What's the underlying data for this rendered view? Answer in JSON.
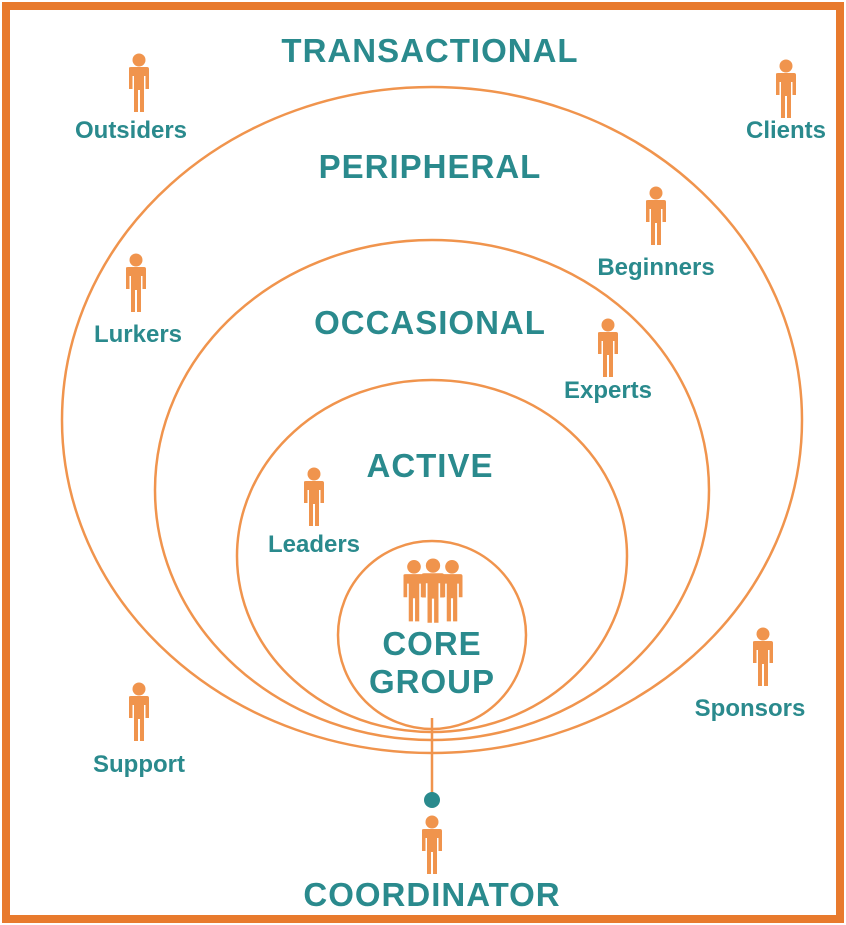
{
  "colors": {
    "frame": "#e87a2d",
    "ring": "#f0944d",
    "person": "#f0944d",
    "text": "#2a8a8d",
    "connector_dot": "#2a8a8d"
  },
  "rings": {
    "transactional": "TRANSACTIONAL",
    "peripheral": "PERIPHERAL",
    "occasional": "OCCASIONAL",
    "active": "ACTIVE",
    "core_line1": "CORE",
    "core_line2": "GROUP"
  },
  "roles": {
    "outsiders": "Outsiders",
    "clients": "Clients",
    "beginners": "Beginners",
    "lurkers": "Lurkers",
    "experts": "Experts",
    "leaders": "Leaders",
    "sponsors": "Sponsors",
    "support": "Support",
    "coordinator": "COORDINATOR"
  },
  "icons": {
    "person": "person-icon",
    "group": "group-icon"
  }
}
